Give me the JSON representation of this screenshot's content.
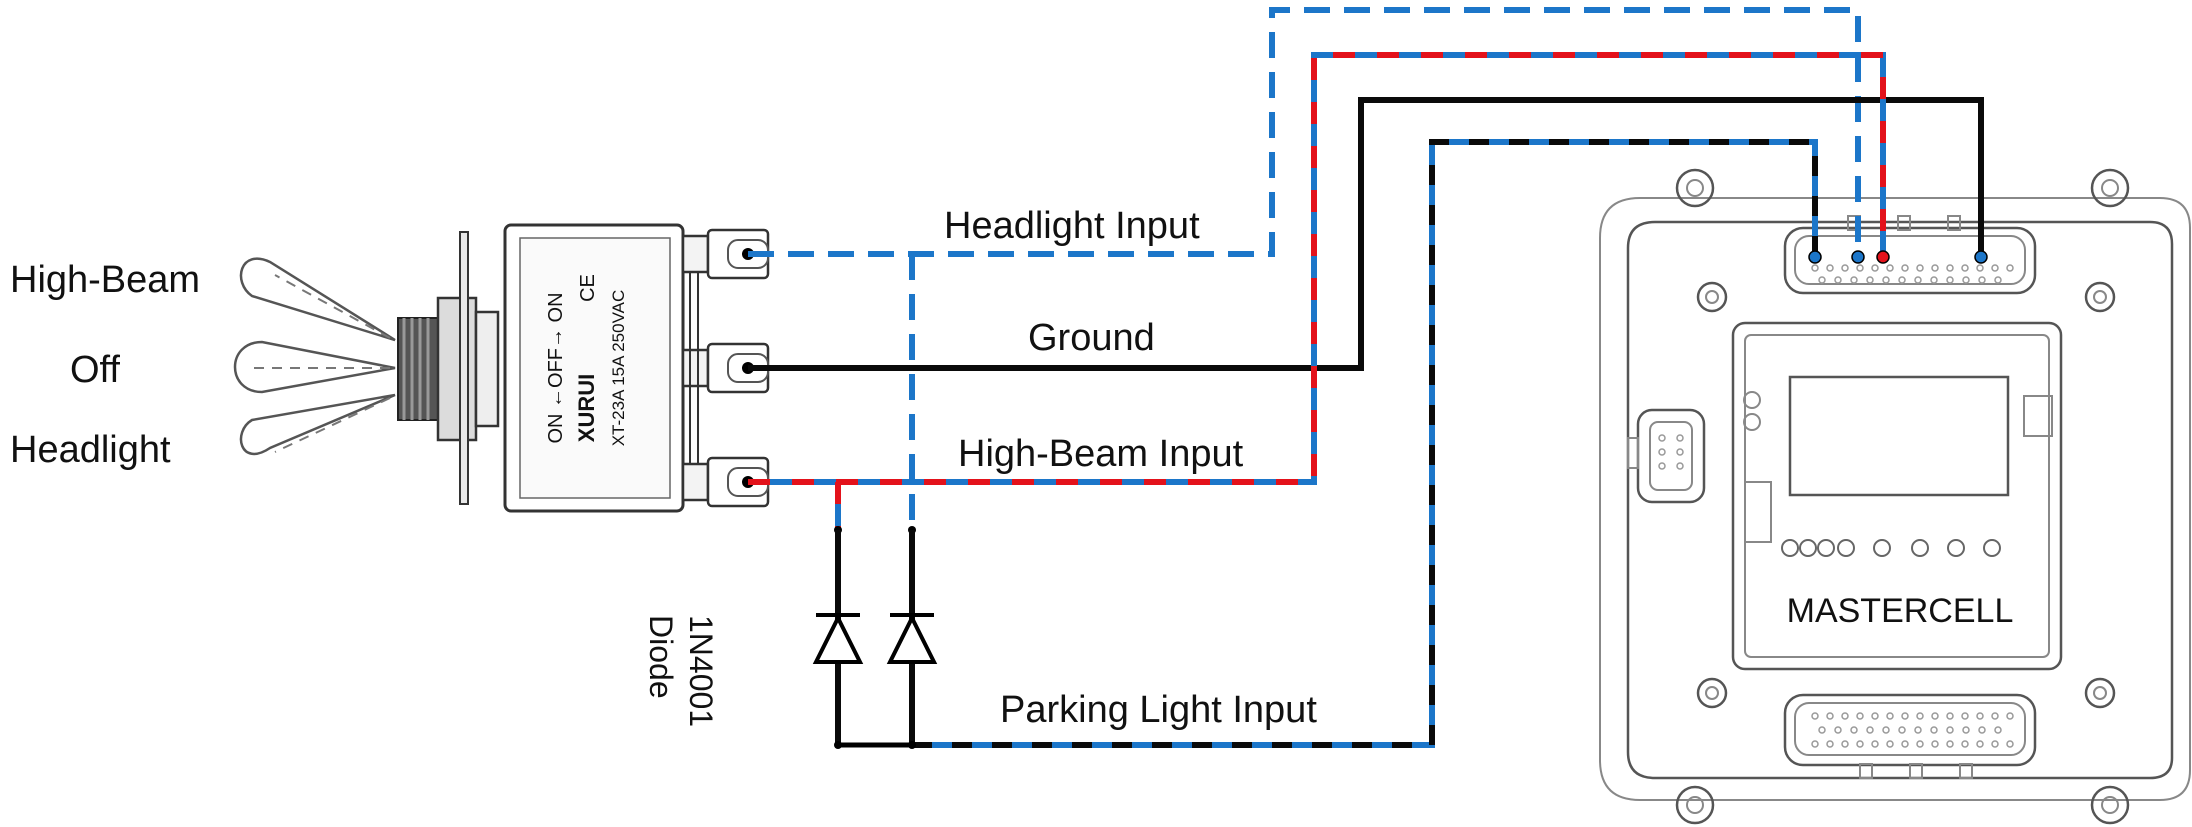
{
  "switch_positions": {
    "high_beam": "High-Beam",
    "off": "Off",
    "headlight": "Headlight"
  },
  "switch_body": {
    "model": "XT-23A 15A 250VAC",
    "legend": "ON ←OFF→ ON",
    "brand": "XURUI",
    "mark": "CE"
  },
  "wires": {
    "headlight_input": "Headlight Input",
    "ground": "Ground",
    "high_beam_input": "High-Beam Input",
    "parking_light_input": "Parking Light Input"
  },
  "diode": {
    "part": "1N4001",
    "label": "Diode"
  },
  "module": {
    "name": "MASTERCELL"
  },
  "colors": {
    "blue": "#1c76c9",
    "red": "#e3121b",
    "black": "#0a0a0a",
    "outline": "#555555"
  }
}
